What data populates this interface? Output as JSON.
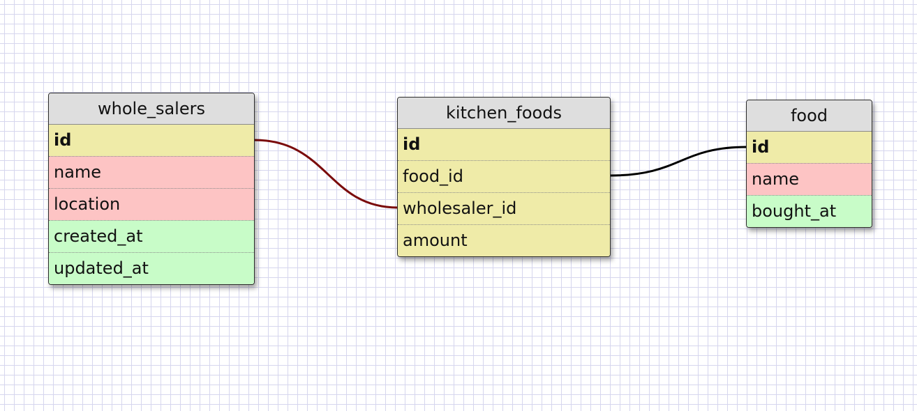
{
  "diagram": {
    "tables": [
      {
        "name": "whole_salers",
        "fields": [
          {
            "name": "id",
            "color": "yellow",
            "pk": true
          },
          {
            "name": "name",
            "color": "red",
            "pk": false
          },
          {
            "name": "location",
            "color": "red",
            "pk": false
          },
          {
            "name": "created_at",
            "color": "green",
            "pk": false
          },
          {
            "name": "updated_at",
            "color": "green",
            "pk": false
          }
        ]
      },
      {
        "name": "kitchen_foods",
        "fields": [
          {
            "name": "id",
            "color": "yellow",
            "pk": true
          },
          {
            "name": "food_id",
            "color": "yellow",
            "pk": false
          },
          {
            "name": "wholesaler_id",
            "color": "yellow",
            "pk": false
          },
          {
            "name": "amount",
            "color": "yellow",
            "pk": false
          }
        ]
      },
      {
        "name": "food",
        "fields": [
          {
            "name": "id",
            "color": "yellow",
            "pk": true
          },
          {
            "name": "name",
            "color": "red",
            "pk": false
          },
          {
            "name": "bought_at",
            "color": "green",
            "pk": false
          }
        ]
      }
    ],
    "relations": [
      {
        "from": "whole_salers.id",
        "to": "kitchen_foods.wholesaler_id",
        "color": "#7a0a0a"
      },
      {
        "from": "kitchen_foods.food_id",
        "to": "food.id",
        "color": "#000000"
      }
    ],
    "colors": {
      "yellow": "#efeba8",
      "red": "#fdc4c4",
      "green": "#c8fcc8",
      "title": "#dedede",
      "grid": "#d6d6ee"
    }
  }
}
